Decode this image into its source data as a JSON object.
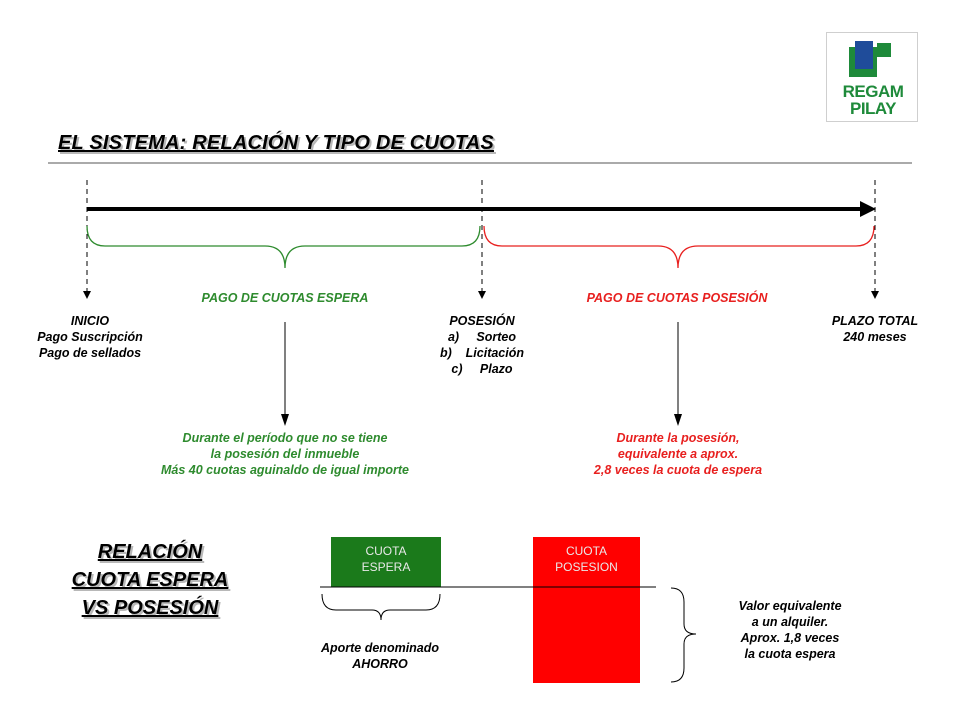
{
  "title": "EL SISTEMA: RELACIÓN Y TIPO DE CUOTAS",
  "logo": {
    "line1": "REGAM",
    "line2": "PILAY",
    "color": "#1e8a3a"
  },
  "timeline": {
    "phase_wait": "PAGO DE CUOTAS ESPERA",
    "phase_possession": "PAGO DE CUOTAS POSESIÓN",
    "start": [
      "INICIO",
      "Pago Suscripción",
      "Pago de sellados"
    ],
    "possession": {
      "heading": "POSESIÓN",
      "items": [
        "a)     Sorteo",
        "b)    Licitación",
        "c)     Plazo"
      ]
    },
    "end": [
      "PLAZO TOTAL",
      "240 meses"
    ],
    "wait_note": [
      "Durante el período que no se tiene",
      "la posesión del inmueble",
      "Más 40 cuotas aguinaldo de igual importe"
    ],
    "possession_note": [
      "Durante la posesión,",
      "equivalente a aprox.",
      "2,8 veces la cuota de espera"
    ]
  },
  "relation": {
    "heading": [
      "RELACIÓN",
      "CUOTA ESPERA",
      "VS POSESIÓN"
    ],
    "box_wait": [
      "CUOTA",
      "ESPERA"
    ],
    "box_possession": [
      "CUOTA",
      "POSESION"
    ],
    "savings_note": [
      "Aporte denominado",
      "AHORRO"
    ],
    "rent_note": [
      "Valor equivalente",
      "a un alquiler.",
      "Aprox. 1,8 veces",
      "la cuota espera"
    ]
  },
  "colors": {
    "wait": "#2e8b2e",
    "possession": "#e8201f",
    "box_wait": "#1b7a1b",
    "box_possession": "#ff0000"
  }
}
